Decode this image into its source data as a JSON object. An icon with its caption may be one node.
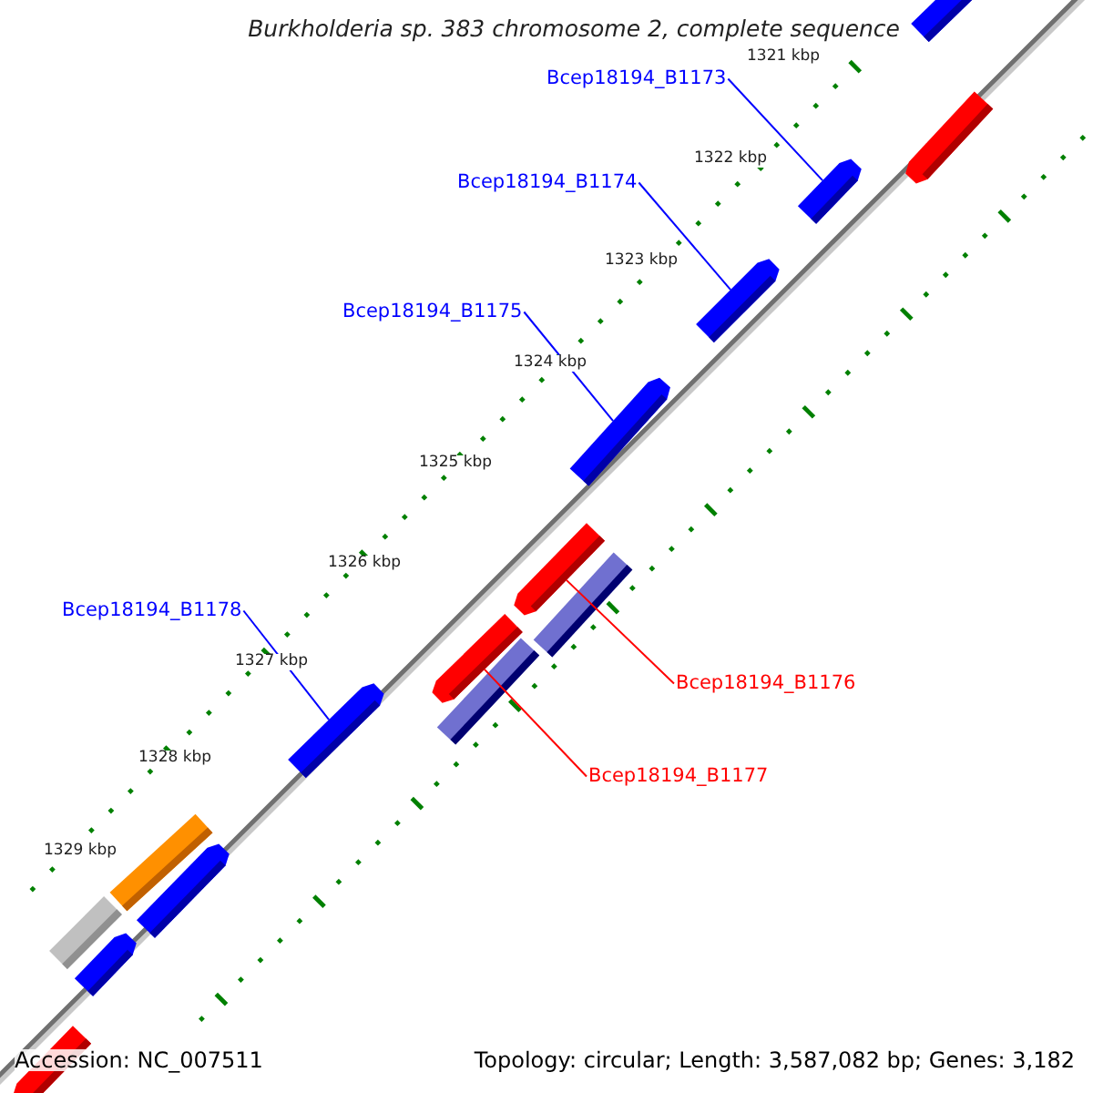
{
  "diagram": {
    "title": "Burkholderia sp. 383 chromosome 2, complete sequence",
    "nodes": [
      {
        "text": [
          "Bcep18194_B1173"
        ]
      },
      {
        "text": [
          "Bcep18194_B1174"
        ]
      },
      {
        "text": [
          "Bcep18194_B1175"
        ]
      },
      {
        "text": [
          "Bcep18194_B1178"
        ]
      },
      {
        "text": [
          "Bcep18194_B1176"
        ]
      },
      {
        "text": [
          "Bcep18194_B1177"
        ]
      },
      {
        "text": [],
        "shape": "bar"
      },
      {
        "text": [],
        "shape": "bar"
      },
      {
        "text": [],
        "shape": "bar"
      },
      {
        "text": [],
        "shape": "bar"
      },
      {
        "text": [],
        "shape": "bar"
      },
      {
        "text": [],
        "shape": "bar"
      },
      {
        "text": [],
        "shape": "bar"
      },
      {
        "text": [],
        "shape": "bar"
      },
      {
        "text": [],
        "shape": "box"
      },
      {
        "text": [],
        "shape": "box"
      },
      {
        "text": [],
        "shape": "box"
      },
      {
        "text": [],
        "shape": "bar"
      },
      {
        "text": [],
        "shape": "box"
      },
      {
        "text": [],
        "shape": "bar"
      },
      {
        "text": [],
        "shape": "bar"
      }
    ],
    "edges": [
      {
        "from": 0,
        "to": 6,
        "arrow": "none"
      },
      {
        "from": 1,
        "to": 7,
        "arrow": "none"
      },
      {
        "from": 2,
        "to": 8,
        "arrow": "none"
      },
      {
        "from": 3,
        "to": 9,
        "arrow": "none"
      },
      {
        "from": 4,
        "to": 10,
        "arrow": "none",
        "color": "#ff0000"
      },
      {
        "from": 5,
        "to": 11,
        "arrow": "none",
        "color": "#ff0000"
      }
    ],
    "labels": [
      "1321 kbp",
      "1322 kbp",
      "1323 kbp",
      "1324 kbp",
      "1325 kbp",
      "1326 kbp",
      "1327 kbp",
      "1328 kbp",
      "1329 kbp",
      "Accession: NC_007511",
      "Topology: circular; Length: 3,587,082 bp; Genes: 3,182"
    ]
  }
}
